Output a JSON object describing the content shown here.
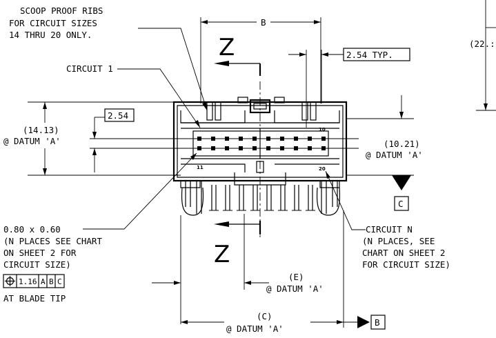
{
  "notes": {
    "scoop_ribs": [
      "SCOOP PROOF RIBS",
      "FOR CIRCUIT SIZES",
      "14 THRU 20 ONLY."
    ],
    "circuit_1": "CIRCUIT 1",
    "tolerance_note": [
      "0.80 x 0.60",
      "(N PLACES SEE CHART",
      "ON SHEET 2 FOR",
      "CIRCUIT SIZE)"
    ],
    "at_blade_tip": "AT BLADE TIP",
    "circuit_n": [
      "CIRCUIT N",
      "(N PLACES, SEE",
      "CHART ON SHEET 2",
      "FOR CIRCUIT SIZE)"
    ]
  },
  "section_marks": {
    "top": "Z",
    "bottom": "Z"
  },
  "dimensions": {
    "b": "B",
    "typ_pitch": "2.54 TYP.",
    "pitch": "2.54",
    "d14_value": "(14.13)",
    "d14_datum": "@ DATUM 'A'",
    "d10_value": "(10.21)",
    "d10_datum": "@ DATUM 'A'",
    "e_value": "(E)",
    "e_datum": "@ DATUM 'A'",
    "c_value": "(C)",
    "c_datum": "@ DATUM 'A'",
    "overall_height": "(22.:"
  },
  "datums": {
    "c": "C",
    "b": "B"
  },
  "feature_control_frame": {
    "symbol": "position-icon",
    "tolerance": "1.16",
    "refs": [
      "A",
      "B",
      "C"
    ]
  },
  "pin_numbers": {
    "top_right": "10",
    "bottom_left": "11",
    "bottom_right": "20"
  }
}
